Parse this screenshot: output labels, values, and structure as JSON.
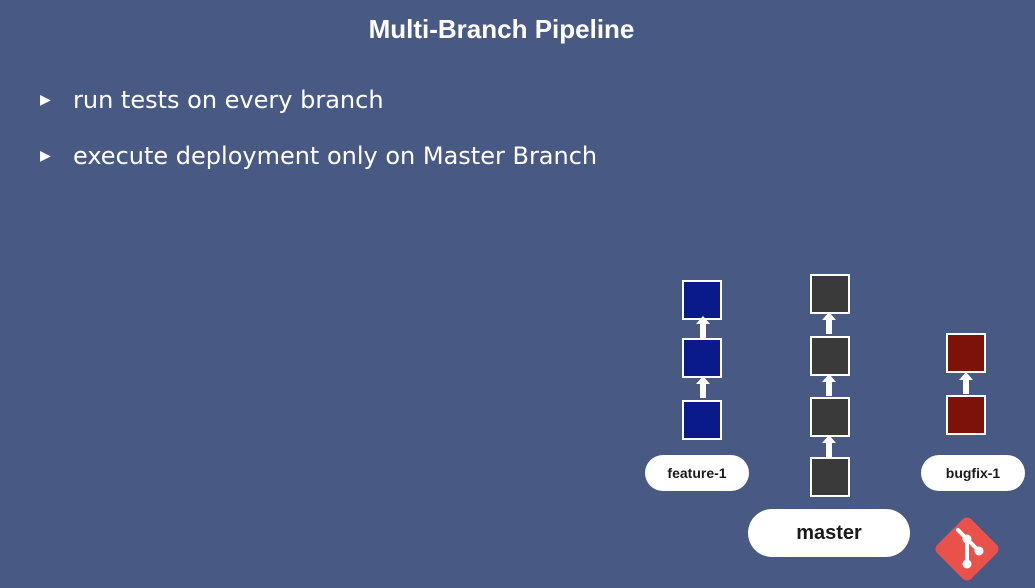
{
  "slide": {
    "title": "Multi-Branch Pipeline",
    "bullets": [
      {
        "marker": "▶",
        "text": "run tests on every branch"
      },
      {
        "marker": "▶",
        "text": "execute deployment only on Master Branch"
      }
    ]
  },
  "branches": {
    "feature": {
      "label": "feature-1",
      "color": "#0b1a8a"
    },
    "master": {
      "label": "master",
      "color": "#3a3a3a"
    },
    "bugfix": {
      "label": "bugfix-1",
      "color": "#7c1208"
    }
  },
  "colors": {
    "background": "#485a83",
    "git_logo": "#e8524a"
  },
  "icons": {
    "bullet": "play-triangle-icon",
    "logo": "git-logo-icon"
  }
}
